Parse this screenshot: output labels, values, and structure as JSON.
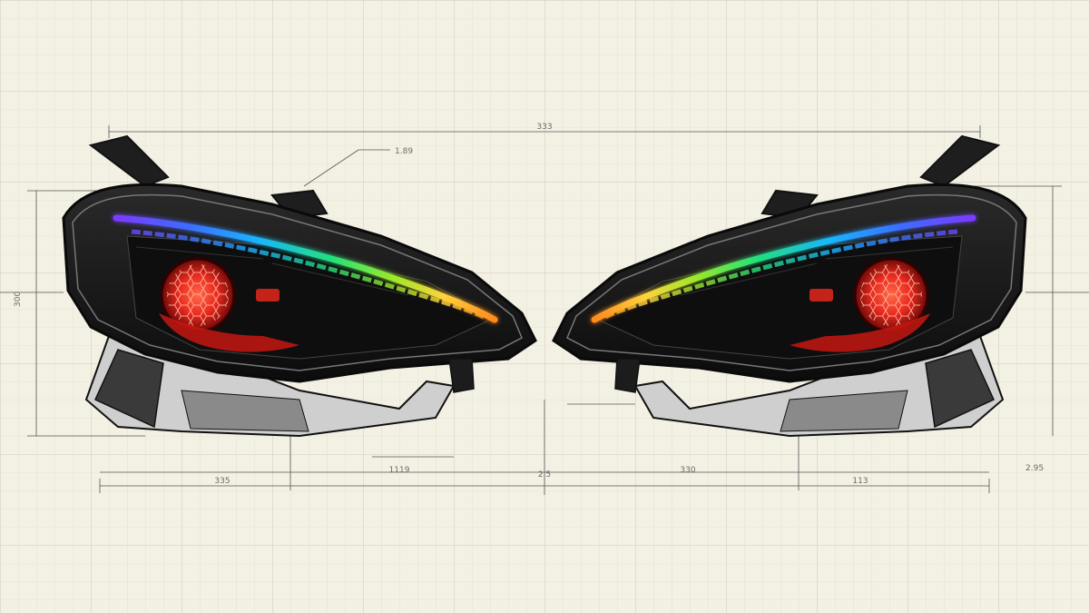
{
  "palette": {
    "paper": "#f3f0e4",
    "grid": "#d8d5c8",
    "ink": "#1a1a1a",
    "lens_red": "#e8281e",
    "drl_gradient": [
      "#7a3cff",
      "#3c6dff",
      "#19b4ff",
      "#24e07a",
      "#9be82a",
      "#ffd23c",
      "#ff8a1e"
    ]
  },
  "dimensions": {
    "top": "333",
    "leader_top": "1.89",
    "left_height": "300",
    "bottom_left": "335",
    "bottom_center_left": "1119",
    "bottom_center": "2.5",
    "bottom_right_center": "330",
    "bottom_right": "113",
    "right_small": "2.95"
  }
}
